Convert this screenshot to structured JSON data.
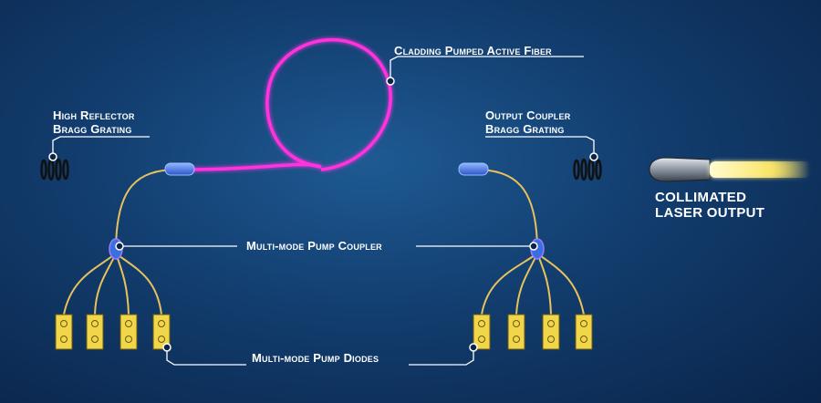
{
  "labels": {
    "cladding_fiber": "Cladding Pumped Active Fiber",
    "hr_line1": "High Reflector",
    "hr_line2": "Bragg Grating",
    "oc_line1": "Output Coupler",
    "oc_line2": "Bragg Grating",
    "pump_coupler": "Multi-mode Pump Coupler",
    "pump_diodes": "Multi-mode Pump Diodes",
    "output_line1": "COLLIMATED",
    "output_line2": "LASER OUTPUT"
  },
  "colors": {
    "fiber": "#ff33dd",
    "pump_fiber": "#e8c25a",
    "coupler": "#3a6fe0",
    "diode": "#f1d64a",
    "leader": "#ffffff",
    "beam": "#fff6a0"
  }
}
